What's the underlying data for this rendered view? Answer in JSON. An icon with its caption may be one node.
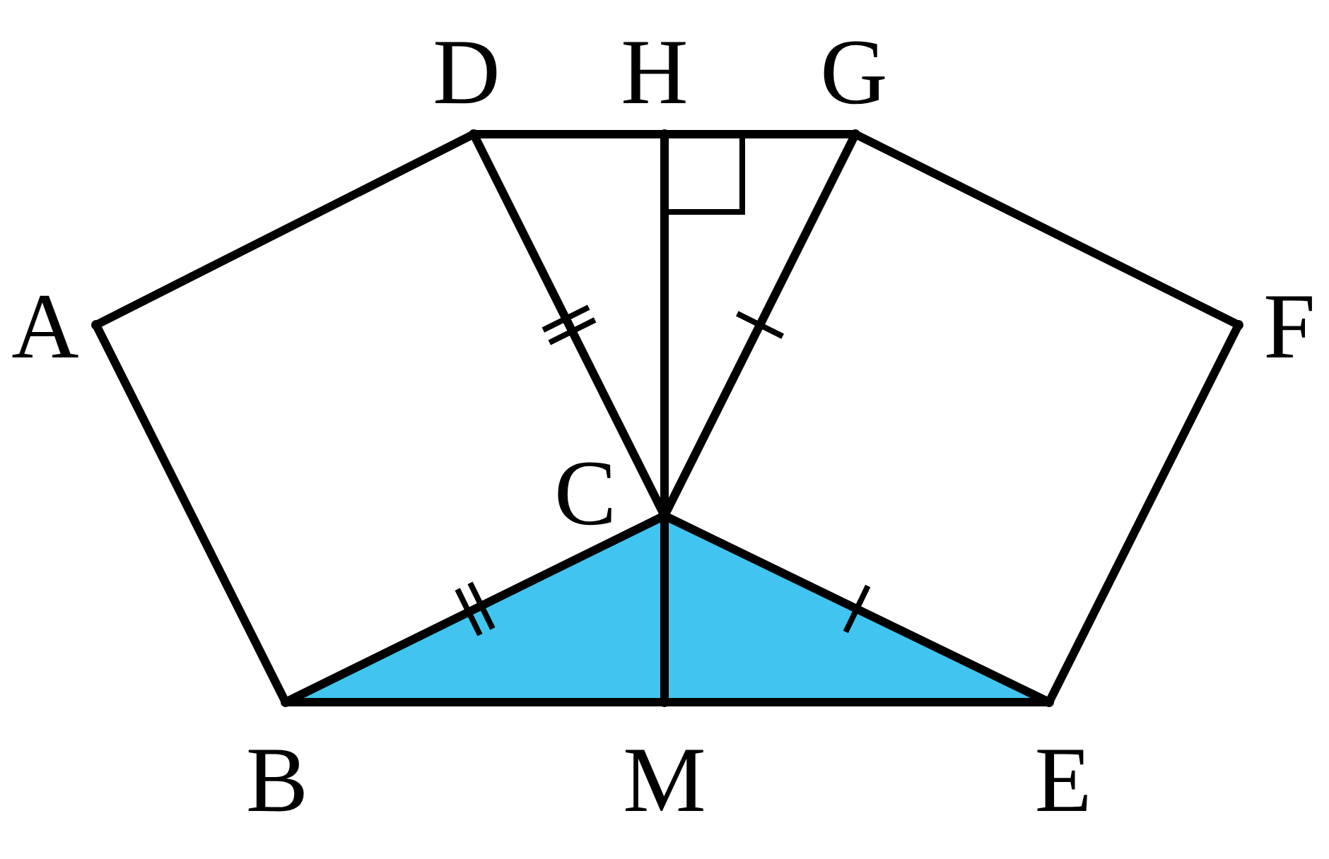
{
  "diagram": {
    "nodes": [
      {
        "text": [
          "D"
        ]
      },
      {
        "text": [
          "H"
        ]
      },
      {
        "text": [
          "G"
        ]
      },
      {
        "text": [
          "A"
        ]
      },
      {
        "text": [
          "F"
        ]
      },
      {
        "text": [
          "C"
        ]
      },
      {
        "text": [
          "B"
        ]
      },
      {
        "text": [
          "M"
        ]
      },
      {
        "text": [
          "E"
        ]
      }
    ],
    "edges": [
      {
        "from": 3,
        "to": 0,
        "arrow": "none"
      },
      {
        "from": 3,
        "to": 6,
        "arrow": "none"
      },
      {
        "from": 0,
        "to": 1,
        "arrow": "none"
      },
      {
        "from": 1,
        "to": 2,
        "arrow": "none"
      },
      {
        "from": 2,
        "to": 4,
        "arrow": "none"
      },
      {
        "from": 4,
        "to": 8,
        "arrow": "none"
      },
      {
        "from": 6,
        "to": 7,
        "arrow": "none"
      },
      {
        "from": 7,
        "to": 8,
        "arrow": "none"
      },
      {
        "from": 0,
        "to": 5,
        "arrow": "none"
      },
      {
        "from": 2,
        "to": 5,
        "arrow": "none"
      },
      {
        "from": 1,
        "to": 5,
        "arrow": "none"
      },
      {
        "from": 5,
        "to": 7,
        "arrow": "none"
      },
      {
        "from": 6,
        "to": 5,
        "arrow": "none"
      },
      {
        "from": 5,
        "to": 8,
        "arrow": "none"
      }
    ]
  }
}
